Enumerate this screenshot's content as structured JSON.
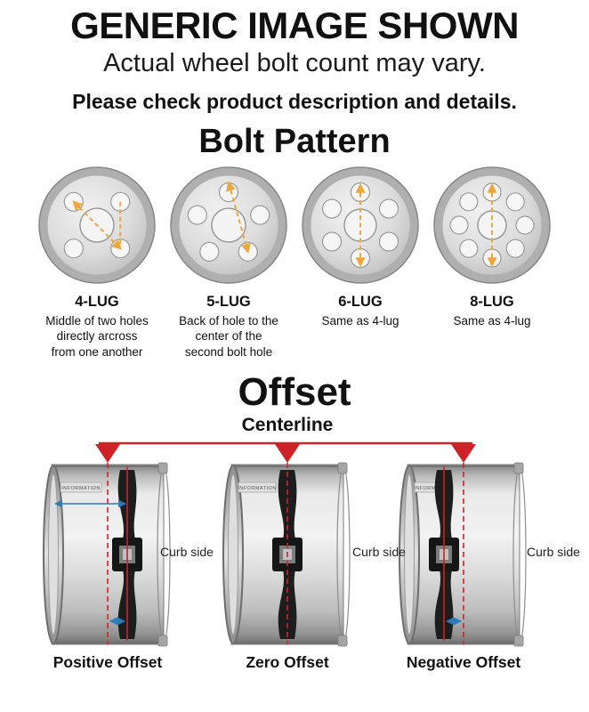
{
  "header": {
    "title": "GENERIC IMAGE SHOWN",
    "subtitle": "Actual wheel bolt count may vary.",
    "note": "Please check product description and details."
  },
  "bolt_pattern": {
    "heading": "Bolt Pattern",
    "items": [
      {
        "label": "4-LUG",
        "lugs": 4,
        "description": "Middle of two holes directly arcross from one another"
      },
      {
        "label": "5-LUG",
        "lugs": 5,
        "description": "Back of hole to the center of the second bolt hole"
      },
      {
        "label": "6-LUG",
        "lugs": 6,
        "description": "Same as 4-lug"
      },
      {
        "label": "8-LUG",
        "lugs": 8,
        "description": "Same as 4-lug"
      }
    ]
  },
  "offset": {
    "heading": "Offset",
    "centerline_label": "Centerline",
    "curb_side_label": "Curb side",
    "barrel_stamp": "INFORMATION",
    "items": [
      {
        "label": "Positive Offset"
      },
      {
        "label": "Zero Offset"
      },
      {
        "label": "Negative Offset"
      }
    ]
  },
  "colors": {
    "marker_red": "#cf2128",
    "dash_orange": "#eda73b",
    "arrow_blue": "#2e7bb8",
    "wheel_gray": "#c9c9c9",
    "text_black": "#111111"
  }
}
